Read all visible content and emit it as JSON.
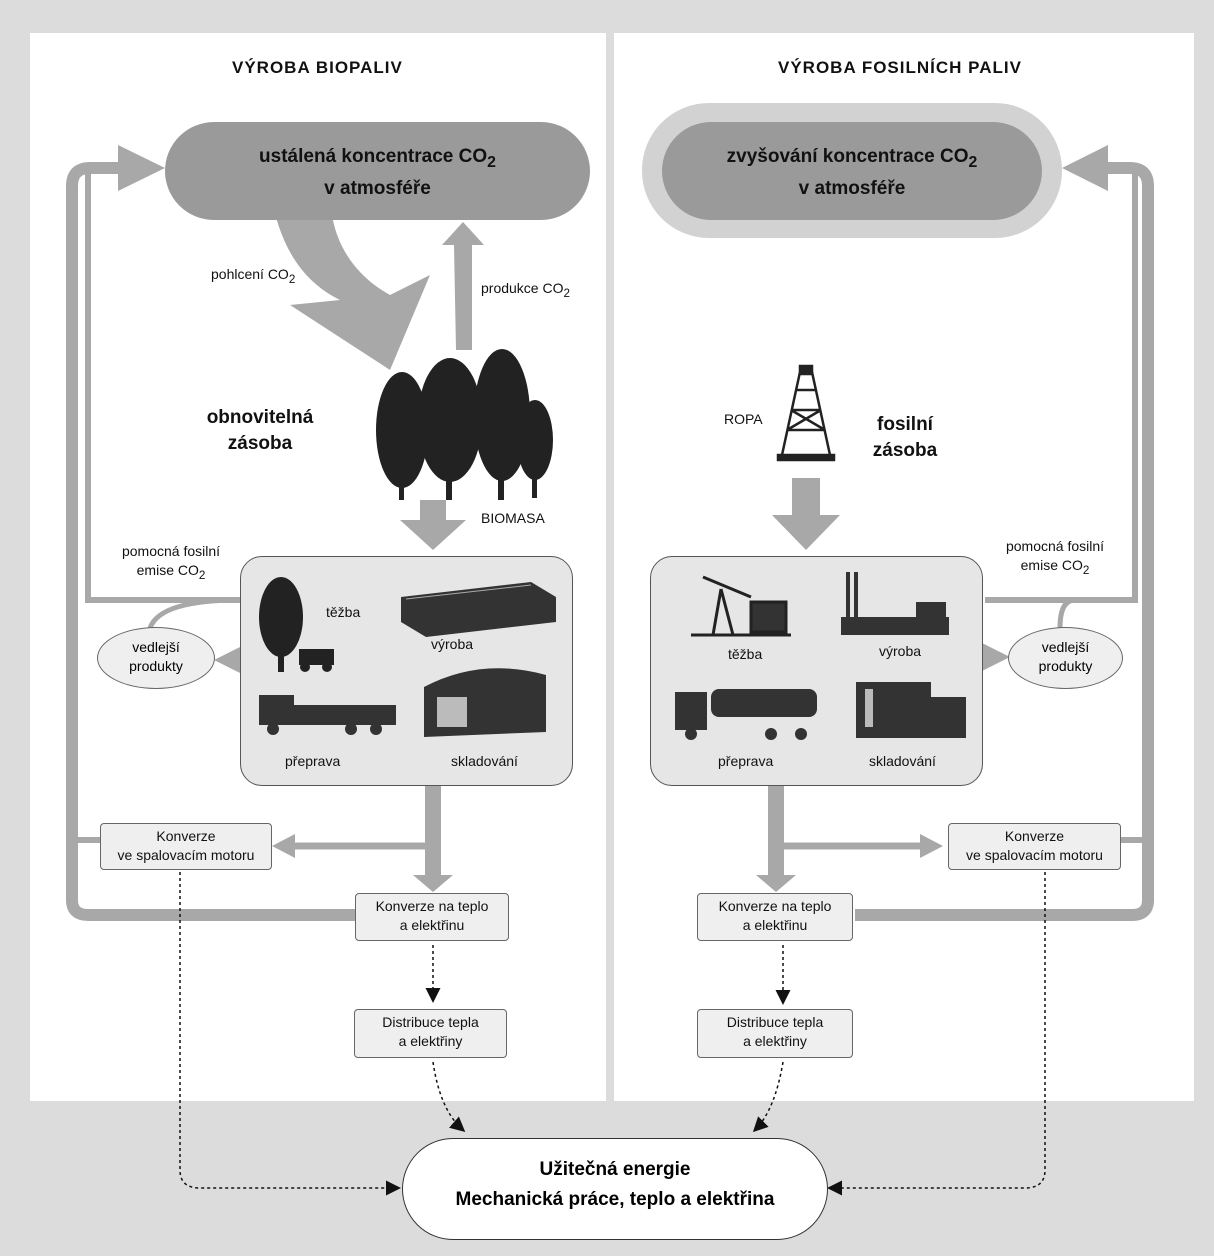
{
  "left": {
    "title": "VÝROBA BIOPALIV",
    "atmosphere_line1": "ustálená koncentrace CO",
    "atmosphere_line2": "v atmosféře",
    "absorption": "pohlcení CO",
    "production": "produkce CO",
    "reserve_line1": "obnovitelná",
    "reserve_line2": "zásoba",
    "biomass": "BIOMASA",
    "aux_emission_line1": "pomocná fosilní",
    "aux_emission_line2": "emise CO",
    "byproducts_line1": "vedlejší",
    "byproducts_line2": "produkty",
    "extraction": "těžba",
    "manufacturing": "výroba",
    "transport": "přeprava",
    "storage": "skladování",
    "engine_line1": "Konverze",
    "engine_line2": "ve spalovacím motoru",
    "heat_line1": "Konverze na teplo",
    "heat_line2": "a elektřinu",
    "distribution_line1": "Distribuce tepla",
    "distribution_line2": "a elektřiny"
  },
  "right": {
    "title": "VÝROBA FOSILNÍCH PALIV",
    "atmosphere_line1": "zvyšování koncentrace CO",
    "atmosphere_line2": "v atmosféře",
    "oil": "ROPA",
    "reserve_line1": "fosilní",
    "reserve_line2": "zásoba",
    "aux_emission_line1": "pomocná fosilní",
    "aux_emission_line2": "emise CO",
    "byproducts_line1": "vedlejší",
    "byproducts_line2": "produkty",
    "extraction": "těžba",
    "manufacturing": "výroba",
    "transport": "přeprava",
    "storage": "skladování",
    "engine_line1": "Konverze",
    "engine_line2": "ve spalovacím motoru",
    "heat_line1": "Konverze na teplo",
    "heat_line2": "a elektřinu",
    "distribution_line1": "Distribuce tepla",
    "distribution_line2": "a elektřiny"
  },
  "subscript_2": "2",
  "useful_energy": {
    "line1": "Užitečná energie",
    "line2": "Mechanická práce, teplo a elektřina"
  },
  "colors": {
    "panel": "#ffffff",
    "background": "#dcdcdc",
    "arrow_gray": "#a8a8a8",
    "pill_gray": "#9a9a9a",
    "halo_gray": "#cfcfcf"
  }
}
